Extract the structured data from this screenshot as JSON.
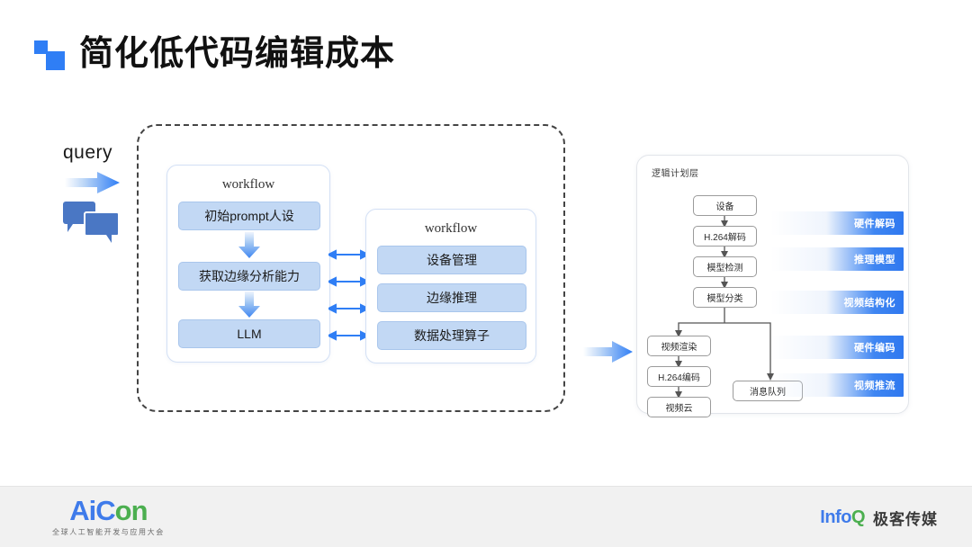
{
  "slide": {
    "title": "简化低代码编辑成本",
    "logo_icon": "blue-double-square-icon"
  },
  "query_block": {
    "label": "query",
    "arrow_icon": "gradient-right-arrow-icon",
    "chat_icon": "chat-bubbles-icon"
  },
  "workflow_left": {
    "title": "workflow",
    "items": [
      {
        "label": "初始prompt人设"
      },
      {
        "label": "获取边缘分析能力"
      },
      {
        "label": "LLM"
      }
    ],
    "arrow_icon": "gradient-down-arrow-icon"
  },
  "workflow_right": {
    "title": "workflow",
    "items": [
      {
        "label": "设备管理"
      },
      {
        "label": "边缘推理"
      },
      {
        "label": "数据处理算子"
      }
    ]
  },
  "connectors": {
    "bidirectional_count": 4,
    "bidirectional_icon": "double-headed-arrow-icon",
    "panel_arrow_icon": "gradient-right-arrow-icon"
  },
  "right_panel": {
    "title": "逻辑计划层",
    "flow_nodes": [
      {
        "label": "设备"
      },
      {
        "label": "H.264解码"
      },
      {
        "label": "模型检测"
      },
      {
        "label": "模型分类"
      },
      {
        "label": "视频渲染"
      },
      {
        "label": "H.264编码"
      },
      {
        "label": "视频云"
      },
      {
        "label": "消息队列"
      }
    ],
    "stage_bars": [
      {
        "label": "硬件解码"
      },
      {
        "label": "推理模型"
      },
      {
        "label": "视频结构化"
      },
      {
        "label": "硬件编码"
      },
      {
        "label": "视频推流"
      }
    ]
  },
  "footer": {
    "aicon_a": "AiC",
    "aicon_b": "on",
    "aicon_sub": "全球人工智能开发与应用大会",
    "infoq_info": "Info",
    "infoq_q": "Q",
    "infoq_cn": "极客传媒"
  },
  "colors": {
    "accent_blue": "#2f7ef5",
    "box_fill": "#c2d8f4",
    "box_border": "#a9c6ec",
    "bubble_blue": "#4a77c4",
    "footer_bg": "#f1f1f1"
  }
}
